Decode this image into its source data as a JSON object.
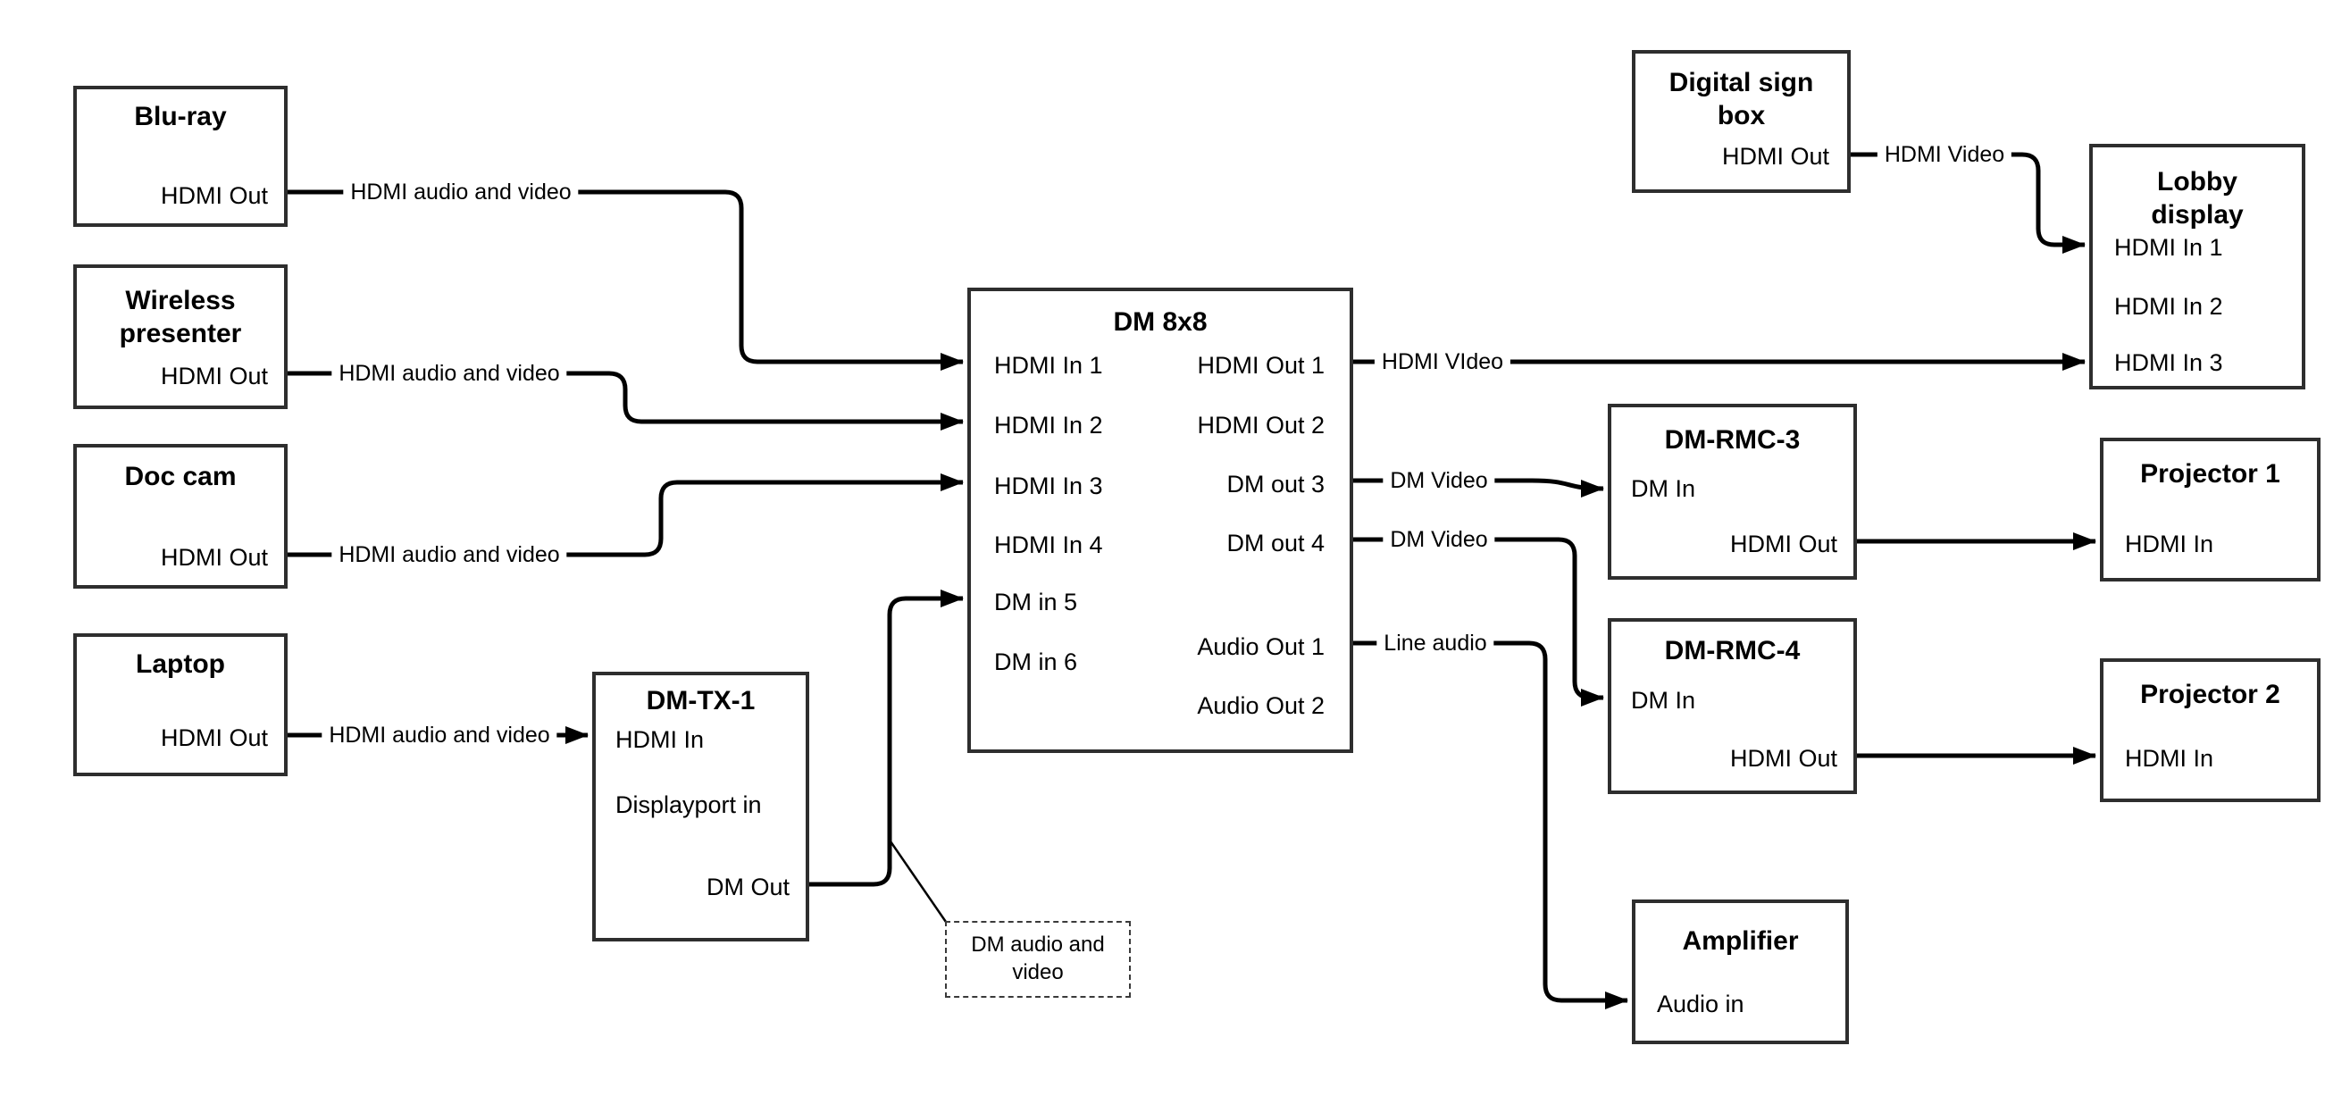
{
  "diagram": {
    "background_color": "#ffffff",
    "line_color": "#000000",
    "box_border_color": "#2e2e2e",
    "nodes": {
      "blu_ray": {
        "title": "Blu-ray",
        "ports": {
          "hdmi_out": "HDMI Out"
        }
      },
      "wireless_presenter": {
        "title": "Wireless presenter",
        "ports": {
          "hdmi_out": "HDMI Out"
        }
      },
      "doc_cam": {
        "title": "Doc cam",
        "ports": {
          "hdmi_out": "HDMI Out"
        }
      },
      "laptop": {
        "title": "Laptop",
        "ports": {
          "hdmi_out": "HDMI Out"
        }
      },
      "dm_tx_1": {
        "title": "DM-TX-1",
        "ports": {
          "hdmi_in": "HDMI In",
          "displayport_in": "Displayport in",
          "dm_out": "DM Out"
        }
      },
      "dm_8x8": {
        "title": "DM 8x8",
        "ports": {
          "hdmi_in_1": "HDMI In 1",
          "hdmi_in_2": "HDMI In 2",
          "hdmi_in_3": "HDMI In 3",
          "hdmi_in_4": "HDMI In 4",
          "dm_in_5": "DM in 5",
          "dm_in_6": "DM in 6",
          "hdmi_out_1": "HDMI Out 1",
          "hdmi_out_2": "HDMI Out 2",
          "dm_out_3": "DM out 3",
          "dm_out_4": "DM out 4",
          "audio_out_1": "Audio Out 1",
          "audio_out_2": "Audio Out 2"
        }
      },
      "digital_sign_box": {
        "title": "Digital sign box",
        "ports": {
          "hdmi_out": "HDMI Out"
        }
      },
      "lobby_display": {
        "title": "Lobby display",
        "ports": {
          "hdmi_in_1": "HDMI In 1",
          "hdmi_in_2": "HDMI In 2",
          "hdmi_in_3": "HDMI In 3"
        }
      },
      "dm_rmc_3": {
        "title": "DM-RMC-3",
        "ports": {
          "dm_in": "DM In",
          "hdmi_out": "HDMI Out"
        }
      },
      "projector_1": {
        "title": "Projector 1",
        "ports": {
          "hdmi_in": "HDMI In"
        }
      },
      "dm_rmc_4": {
        "title": "DM-RMC-4",
        "ports": {
          "dm_in": "DM In",
          "hdmi_out": "HDMI Out"
        }
      },
      "projector_2": {
        "title": "Projector 2",
        "ports": {
          "hdmi_in": "HDMI In"
        }
      },
      "amplifier": {
        "title": "Amplifier",
        "ports": {
          "audio_in": "Audio in"
        }
      }
    },
    "connections": [
      {
        "from": "blu_ray.hdmi_out",
        "to": "dm_8x8.hdmi_in_1",
        "label": "HDMI audio and video"
      },
      {
        "from": "wireless_presenter.hdmi_out",
        "to": "dm_8x8.hdmi_in_2",
        "label": "HDMI audio and video"
      },
      {
        "from": "doc_cam.hdmi_out",
        "to": "dm_8x8.hdmi_in_3",
        "label": "HDMI audio and video"
      },
      {
        "from": "laptop.hdmi_out",
        "to": "dm_tx_1.hdmi_in",
        "label": "HDMI audio and video"
      },
      {
        "from": "dm_tx_1.dm_out",
        "to": "dm_8x8.dm_in_5",
        "label": ""
      },
      {
        "from": "dm_8x8.hdmi_out_1",
        "to": "lobby_display.hdmi_in_3",
        "label": "HDMI VIdeo"
      },
      {
        "from": "digital_sign_box.hdmi_out",
        "to": "lobby_display.hdmi_in_1",
        "label": "HDMI Video"
      },
      {
        "from": "dm_8x8.dm_out_3",
        "to": "dm_rmc_3.dm_in",
        "label": "DM Video"
      },
      {
        "from": "dm_8x8.dm_out_4",
        "to": "dm_rmc_4.dm_in",
        "label": "DM Video"
      },
      {
        "from": "dm_8x8.audio_out_1",
        "to": "amplifier.audio_in",
        "label": "Line audio"
      },
      {
        "from": "dm_rmc_3.hdmi_out",
        "to": "projector_1.hdmi_in",
        "label": ""
      },
      {
        "from": "dm_rmc_4.hdmi_out",
        "to": "projector_2.hdmi_in",
        "label": ""
      }
    ],
    "annotation": {
      "text": "DM audio and video",
      "points_to": "dm_tx_1.dm_out → dm_8x8.dm_in_5"
    }
  }
}
